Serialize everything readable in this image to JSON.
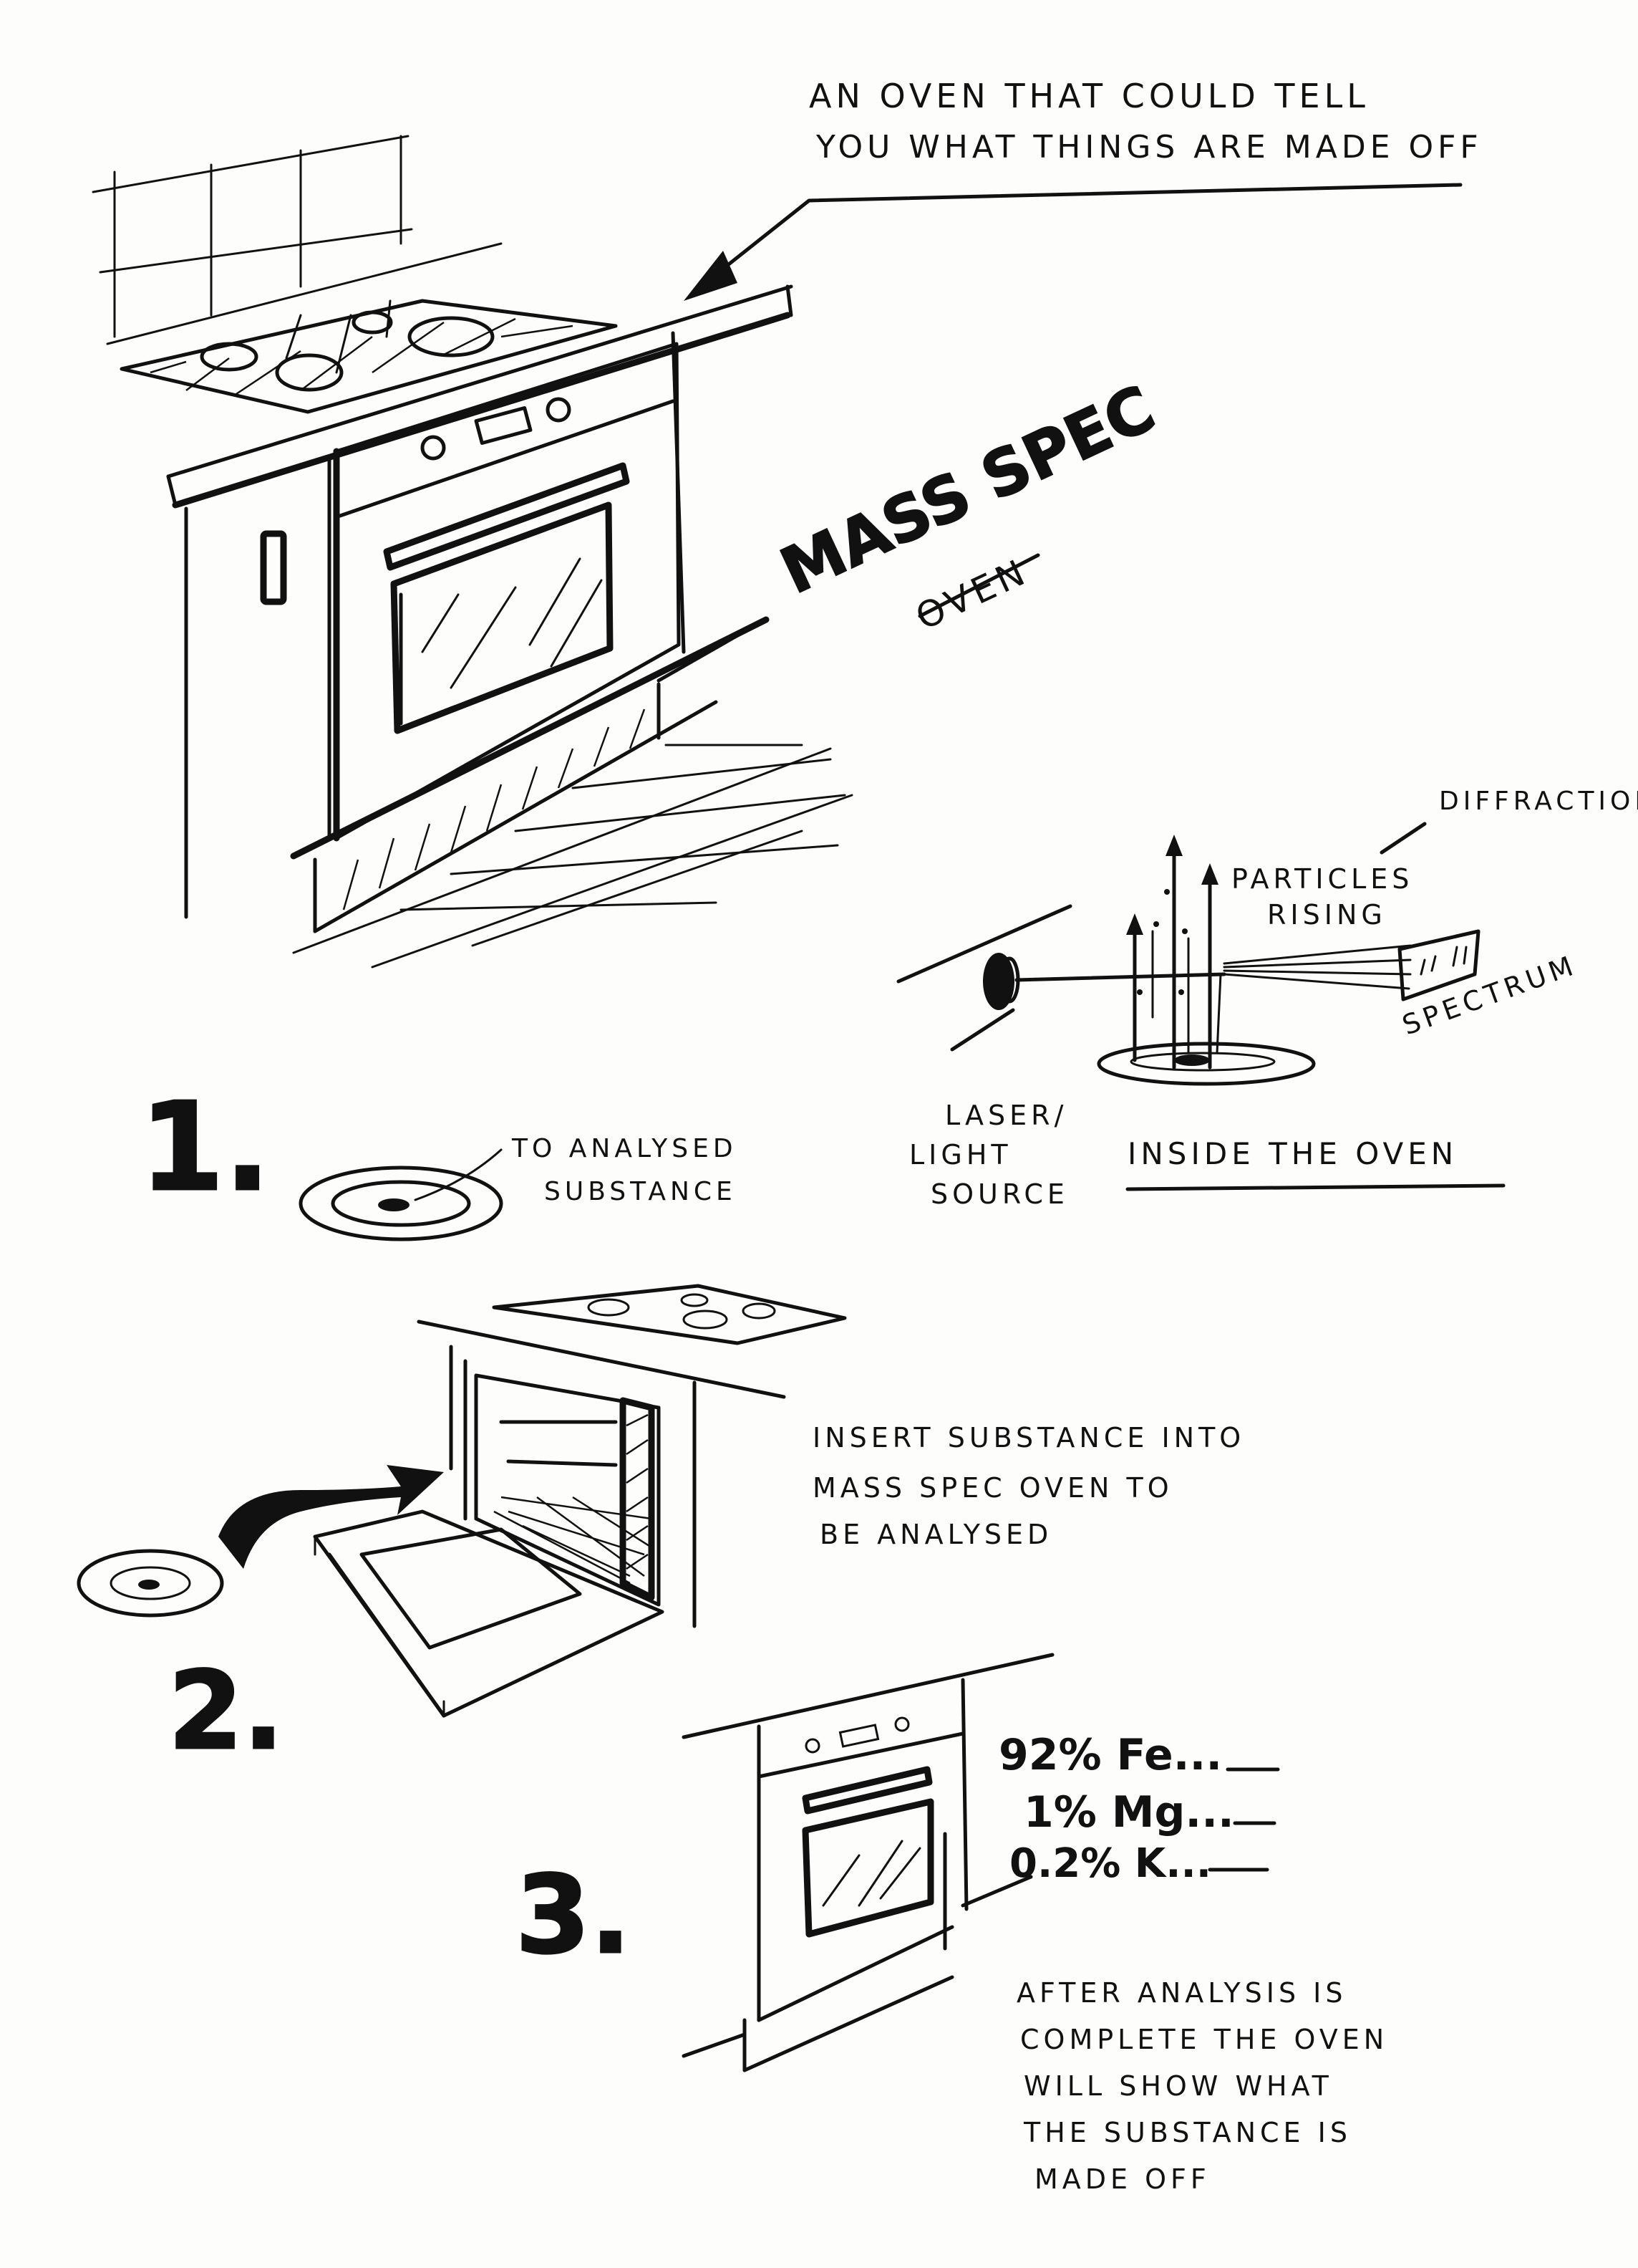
{
  "title": {
    "line1": "AN OVEN THAT COULD TELL",
    "line2": "YOU WHAT THINGS ARE MADE OFF"
  },
  "product": {
    "name": "MASS SPEC",
    "sub": "OVEN"
  },
  "inside": {
    "diffraction": "DIFFRACTION",
    "particles_line1": "PARTICLES",
    "particles_line2": "RISING",
    "spectrum": "SPECTRUM",
    "laser_line1": "LASER/",
    "laser_line2": "LIGHT",
    "laser_line3": "SOURCE",
    "caption": "INSIDE THE OVEN"
  },
  "step1": {
    "number": "1.",
    "label_line1": "TO ANALYSED",
    "label_line2": "SUBSTANCE"
  },
  "step2": {
    "number": "2.",
    "text_line1": "INSERT SUBSTANCE INTO",
    "text_line2": "MASS SPEC OVEN TO",
    "text_line3": "BE ANALYSED"
  },
  "step3": {
    "number": "3.",
    "results": [
      {
        "text": "92% Fe..."
      },
      {
        "text": "1% Mg..."
      },
      {
        "text": "0.2% K..."
      }
    ],
    "text_line1": "AFTER ANALYSIS IS",
    "text_line2": "COMPLETE THE OVEN",
    "text_line3": "WILL SHOW WHAT",
    "text_line4": "THE SUBSTANCE IS",
    "text_line5": "MADE OFF"
  }
}
